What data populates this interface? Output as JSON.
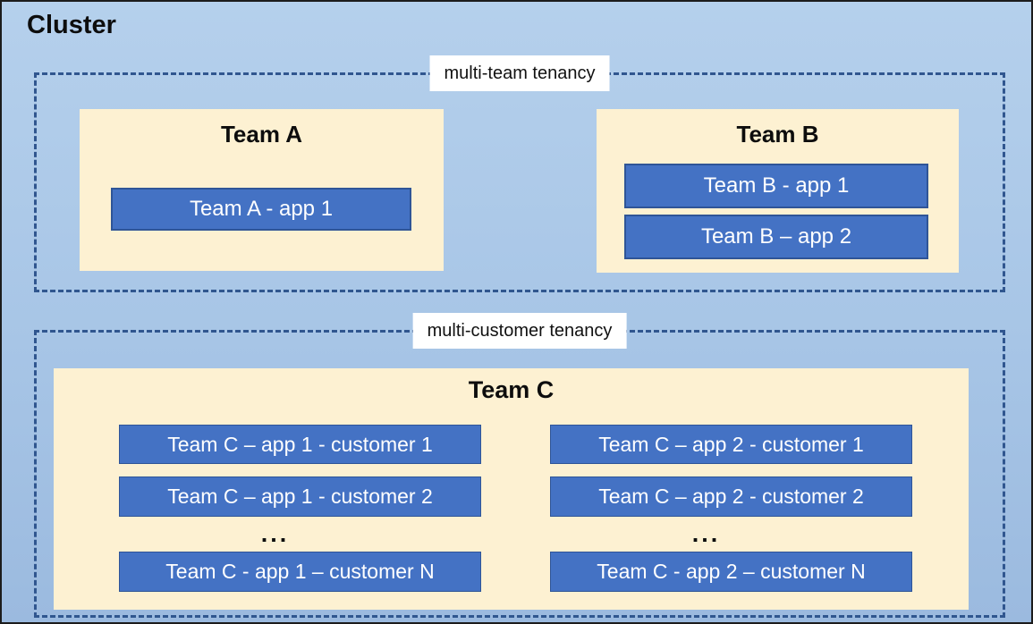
{
  "window": {
    "title": "Cluster"
  },
  "zones": [
    {
      "label": "multi-team tenancy",
      "teams": [
        {
          "name": "Team A",
          "apps": [
            "Team A - app 1"
          ]
        },
        {
          "name": "Team B",
          "apps": [
            "Team B - app 1",
            "Team B – app 2"
          ]
        }
      ]
    },
    {
      "label": "multi-customer tenancy",
      "teams": [
        {
          "name": "Team C",
          "columns": [
            {
              "items": [
                "Team C – app 1 - customer 1",
                "Team C – app 1 - customer 2",
                "...",
                "Team C - app 1 – customer N"
              ]
            },
            {
              "items": [
                "Team C – app 2 - customer 1",
                "Team C – app 2 - customer 2",
                "...",
                "Team C - app 2 – customer N"
              ]
            }
          ]
        }
      ]
    }
  ],
  "colors": {
    "background_top": "#b5d0ec",
    "background_bottom": "#9bbadf",
    "outer_border": "#1c1c1c",
    "dashed_border": "#30568f",
    "team_fill": "#fdf1d2",
    "app_fill": "#4472c4",
    "app_border": "#2f5597",
    "app_text": "#ffffff",
    "label_bg": "#ffffff",
    "title_text": "#0d0d0d"
  }
}
